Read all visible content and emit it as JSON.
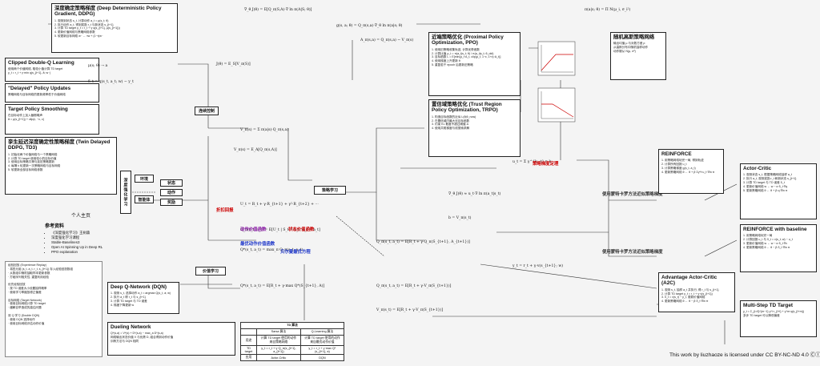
{
  "boxes": {
    "ddpg": {
      "title": "深度确定策略梯度 (Deep Deterministic Policy Gradient, DDPG)"
    },
    "clipped": {
      "title": "Clipped Double-Q Learning"
    },
    "delayed": {
      "title": "\"Delayed\" Policy Updates"
    },
    "smoothing": {
      "title": "Target Policy Smoothing"
    },
    "td3": {
      "title": "孪生延迟深度确定性策略梯度 (Twin Delayed DDPG, TD3)"
    },
    "ppo": {
      "title": "近端策略优化 (Proximal Policy Optimization, PPO)"
    },
    "trpo": {
      "title": "置信域策略优化 (Trust Region Policy Optimization, TRPO)"
    },
    "random_policy": {
      "title": "随机高斯策略网络"
    },
    "reinforce": {
      "title": "REINFORCE"
    },
    "actor_critic": {
      "title": "Actor-Critic"
    },
    "reinforce_baseline": {
      "title": "REINFORCE with baseline"
    },
    "a2c": {
      "title": "Advantage Actor-Critic (A2C)"
    },
    "multistep": {
      "title": "Multi-Step TD Target"
    },
    "dqn": {
      "title": "Deep Q-Network (DQN)"
    },
    "dueling": {
      "title": "Dueling Network"
    }
  },
  "nodes": {
    "deep_rl": "深度强化学习",
    "policy_learning": "策略学习",
    "value_learning": "价值学习",
    "sim_control": "连续控制",
    "env": "环境",
    "agent": "智能体",
    "state": "状态",
    "action": "动作",
    "reward": "奖励"
  },
  "pg_labels": {
    "mc_pg": "使用蒙特卡罗方法近似策略梯度",
    "mc_pg2": "使用蒙特卡罗方法近似策略梯度"
  },
  "personal": {
    "title": "个人主页",
    "refs_title": "参考资料",
    "refs": [
      "《深度强化学习》王树森",
      "深度强化学习课程",
      "Stable-Baselines3",
      "Open AI Spinning Up in Deep RL",
      "PPO explanation"
    ]
  },
  "table": {
    "caption": "TD 算法",
    "col1": "Sarsa 算法",
    "col2": "Q-Learning 算法",
    "row_names": [
      "用途",
      "TD target",
      "应用"
    ],
    "col1_vals": [
      "计算 TD target 使用的动作来自策略网络",
      "y_t = r_t + γ·Q_π(s_{t+1}, a_{t+1})",
      "Actor-Critic"
    ],
    "col2_vals": [
      "计算 TD target 使用的动作来自最优动作价值",
      "y_t = r_t + γ·max Q*(s_{t+1}, a)",
      "DQN"
    ]
  },
  "license": "This work by liuzhaoze is licensed under CC BY-NC-ND 4.0"
}
